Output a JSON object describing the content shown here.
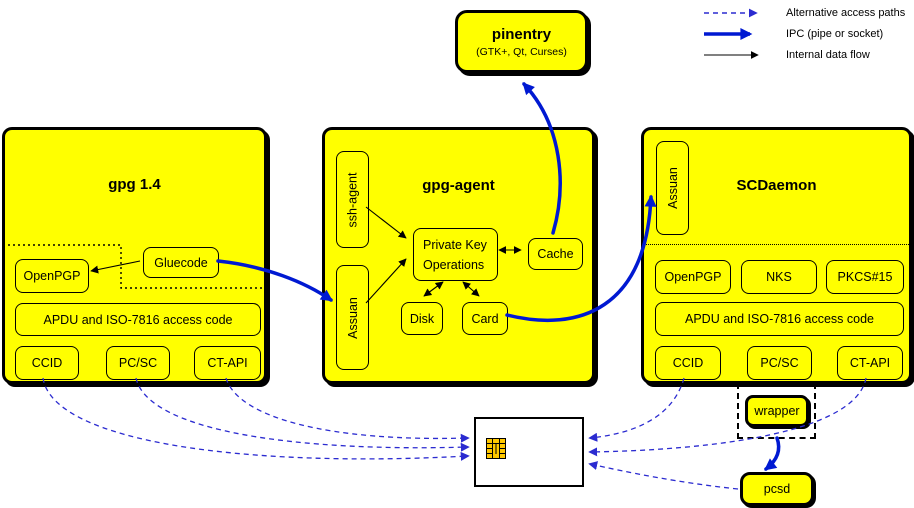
{
  "legend": {
    "items": [
      {
        "label": "Alternative access paths",
        "style": "dashed-blue-arrow"
      },
      {
        "label": "IPC (pipe or socket)",
        "style": "thick-blue-arrow"
      },
      {
        "label": "Internal data flow",
        "style": "thin-black-arrow"
      }
    ]
  },
  "pinentry": {
    "title": "pinentry",
    "subtitle": "(GTK+, Qt, Curses)"
  },
  "gpg14": {
    "title": "gpg 1.4",
    "gluecode": "Gluecode",
    "openpgp": "OpenPGP",
    "apdu": "APDU and ISO-7816 access code",
    "ccid": "CCID",
    "pcsc": "PC/SC",
    "ctapi": "CT-API"
  },
  "agent": {
    "title": "gpg-agent",
    "ssh_agent": "ssh-agent",
    "assuan": "Assuan",
    "pko_line1": "Private Key",
    "pko_line2": "Operations",
    "cache": "Cache",
    "disk": "Disk",
    "card": "Card"
  },
  "scdaemon": {
    "title": "SCDaemon",
    "assuan": "Assuan",
    "openpgp": "OpenPGP",
    "nks": "NKS",
    "pkcs15": "PKCS#15",
    "apdu": "APDU and ISO-7816 access code",
    "ccid": "CCID",
    "pcsc": "PC/SC",
    "ctapi": "CT-API"
  },
  "wrapper": {
    "label": "wrapper"
  },
  "pcsd": {
    "label": "pcsd"
  },
  "smartcard": {
    "icon": "smartcard-chip-icon"
  },
  "colors": {
    "box_yellow": "#ffff00",
    "ipc_blue": "#0019d2",
    "alt_blue": "#2b2bd0",
    "chip_gold": "#ffc800",
    "border_black": "#000000"
  }
}
